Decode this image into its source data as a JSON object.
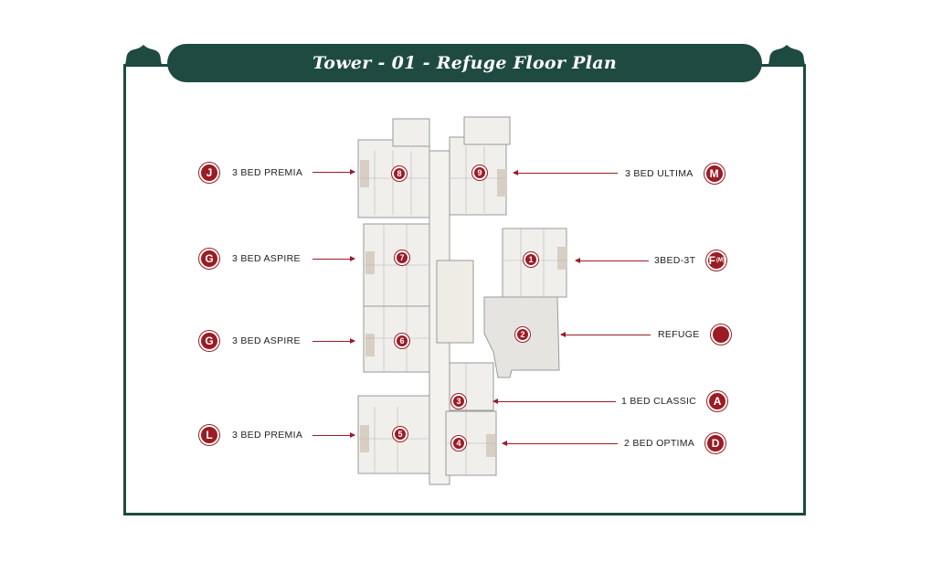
{
  "title": "Tower - 01 - Refuge Floor Plan",
  "colors": {
    "frame": "#1e4a41",
    "accent": "#9b1c24"
  },
  "callouts_left": [
    {
      "code": "J",
      "label": "3 BED PREMIA"
    },
    {
      "code": "G",
      "label": "3 BED ASPIRE"
    },
    {
      "code": "G",
      "label": "3 BED ASPIRE"
    },
    {
      "code": "L",
      "label": "3 BED PREMIA"
    }
  ],
  "callouts_right": [
    {
      "code": "M",
      "label": "3 BED ULTIMA"
    },
    {
      "code": "F",
      "code_sub": "(M)",
      "label": "3BED-3T"
    },
    {
      "code": "",
      "label": "REFUGE"
    },
    {
      "code": "A",
      "label": "1 BED CLASSIC"
    },
    {
      "code": "D",
      "label": "2 BED OPTIMA"
    }
  ],
  "unit_numbers": [
    "1",
    "2",
    "3",
    "4",
    "5",
    "6",
    "7",
    "8",
    "9"
  ]
}
